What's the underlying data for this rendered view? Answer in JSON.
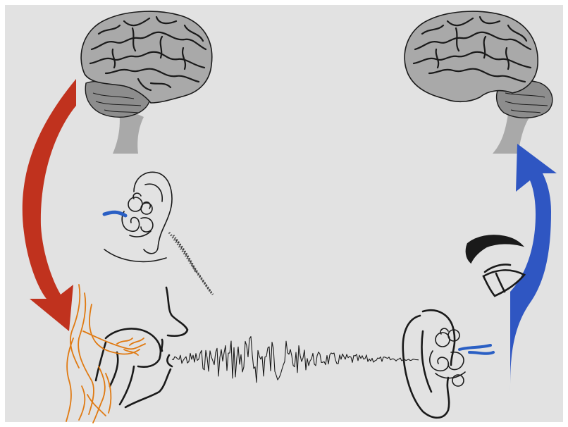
{
  "diagram": {
    "colors": {
      "background": "#e2e2e2",
      "speaker_arrow": "#c0321e",
      "listener_arrow": "#2f56c2",
      "nerves": "#e07a12",
      "ink": "#1a1a1a",
      "brain_fill": "#a9a9a9",
      "cerebellum_fill": "#8d8d8d",
      "auditory_nerve": "#2a5fc4"
    },
    "nodes": [
      {
        "id": "speaker-brain",
        "icon": "brain-icon"
      },
      {
        "id": "listener-brain",
        "icon": "brain-icon"
      },
      {
        "id": "speaker-ear",
        "icon": "inner-ear-icon"
      },
      {
        "id": "speaker-face",
        "icon": "face-profile-icon"
      },
      {
        "id": "speaker-vocal-nerves",
        "icon": "nerves-icon"
      },
      {
        "id": "sound-wave",
        "icon": "waveform-icon"
      },
      {
        "id": "listener-ear",
        "icon": "inner-ear-icon"
      },
      {
        "id": "listener-eye",
        "icon": "eye-icon"
      }
    ],
    "edges": [
      {
        "from": "speaker-brain",
        "to": "speaker-vocal-nerves",
        "icon": "curved-arrow-down-icon"
      },
      {
        "from": "listener-ear",
        "to": "listener-brain",
        "icon": "curved-arrow-up-icon"
      }
    ]
  }
}
